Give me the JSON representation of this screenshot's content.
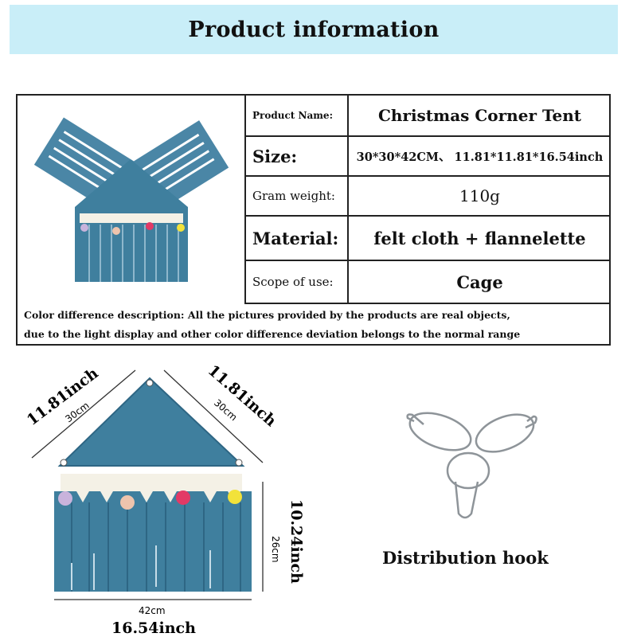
{
  "header": {
    "title": "Product information"
  },
  "table": {
    "rows": [
      {
        "label": "Product Name:",
        "value": "Christmas Corner Tent"
      },
      {
        "label": "Size:",
        "value": "30*30*42CM、 11.81*11.81*16.54inch"
      },
      {
        "label": "Gram weight:",
        "value": "110g"
      },
      {
        "label": "Material:",
        "value": "felt cloth + flannelette"
      },
      {
        "label": "Scope of use:",
        "value": "Cage"
      }
    ],
    "note_line1": "Color difference description: All the pictures provided by the products are real objects,",
    "note_line2": "due to the light display and other color difference deviation belongs to the normal range"
  },
  "dimensions": {
    "left_inch": "11.81inch",
    "left_cm": "30cm",
    "right_inch": "11.81inch",
    "right_cm": "30cm",
    "height_inch": "10.24inch",
    "height_cm": "26cm",
    "width_cm": "42cm",
    "width_inch": "16.54inch"
  },
  "hook": {
    "caption": "Distribution hook"
  },
  "colors": {
    "banner": "#c9eef8",
    "felt": "#3f7f9e",
    "felt_dark": "#2e6684",
    "pompoms": [
      "#c9b3dc",
      "#eec4ad",
      "#e23a66",
      "#f2e23a"
    ]
  }
}
